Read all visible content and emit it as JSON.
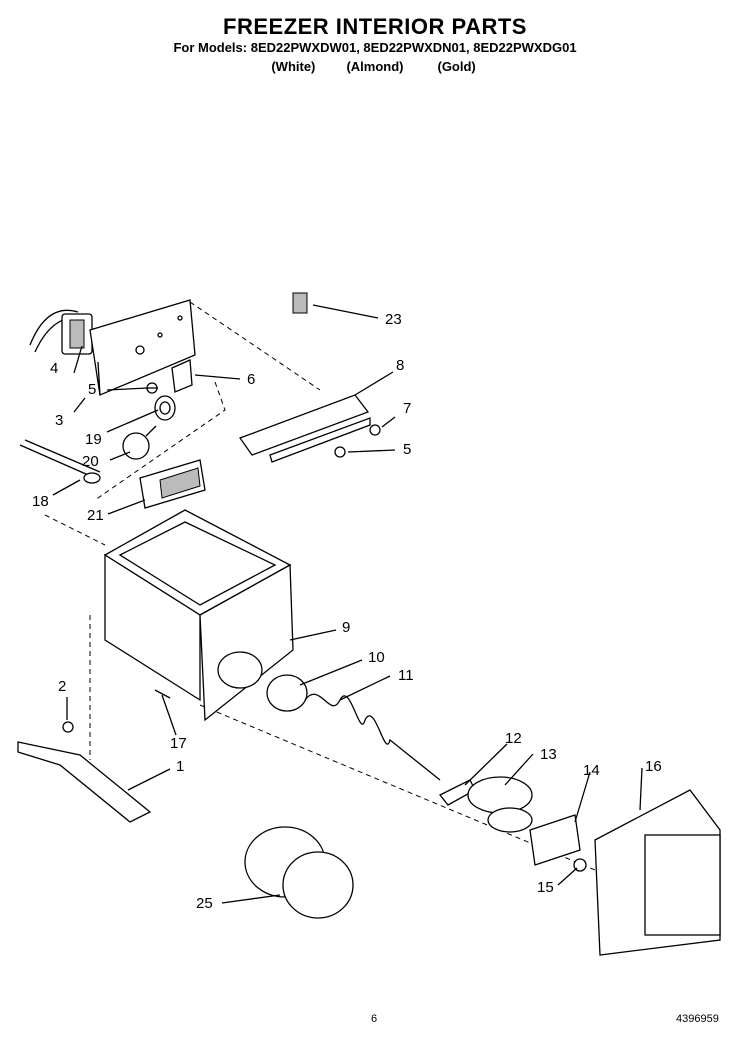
{
  "title": "FREEZER INTERIOR PARTS",
  "models_line": "For Models: 8ED22PWXDW01, 8ED22PWXDN01, 8ED22PWXDG01",
  "variants": [
    "(White)",
    "(Almond)",
    "(Gold)"
  ],
  "callouts": [
    "23",
    "8",
    "7",
    "5",
    "6",
    "4",
    "3",
    "5",
    "19",
    "20",
    "18",
    "21",
    "9",
    "10",
    "11",
    "2",
    "17",
    "1",
    "12",
    "13",
    "14",
    "16",
    "15",
    "25"
  ],
  "page_number": "6",
  "doc_number": "4396959"
}
